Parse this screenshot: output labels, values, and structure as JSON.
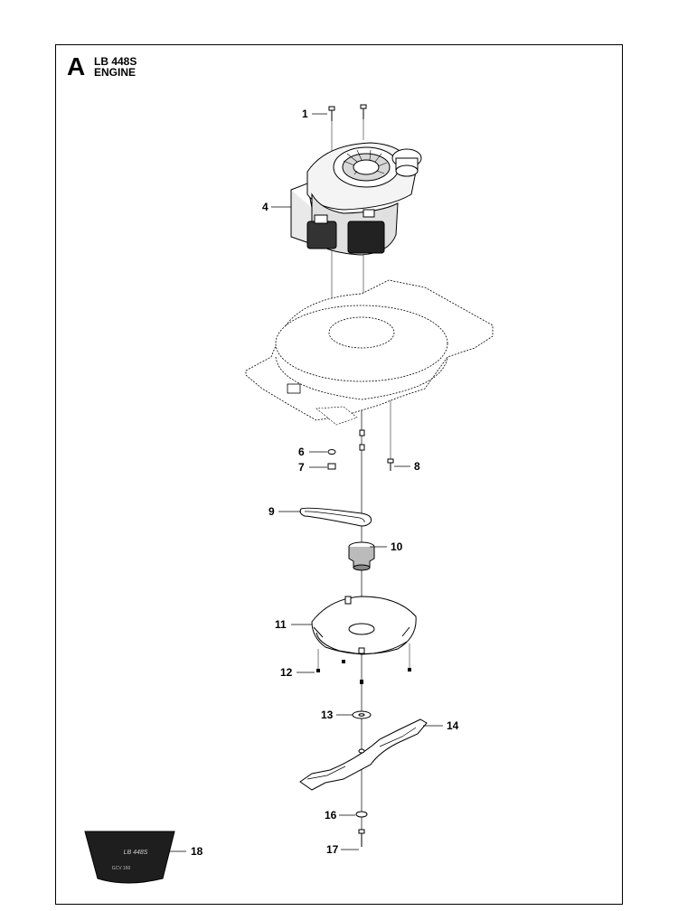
{
  "header": {
    "section_letter": "A",
    "model": "LB 448S",
    "title": "ENGINE"
  },
  "callouts": [
    "1",
    "4",
    "6",
    "7",
    "8",
    "9",
    "10",
    "11",
    "12",
    "13",
    "14",
    "16",
    "17",
    "18"
  ],
  "decal": {
    "model_text": "LB 448S",
    "engine_text": "GCV 160"
  }
}
